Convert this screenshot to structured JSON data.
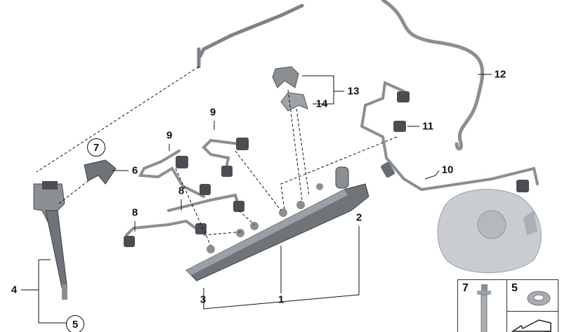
{
  "diagram": {
    "callouts": [
      {
        "id": "12",
        "label": "12"
      },
      {
        "id": "13",
        "label": "13"
      },
      {
        "id": "14",
        "label": "14"
      },
      {
        "id": "11",
        "label": "11"
      },
      {
        "id": "10",
        "label": "10"
      },
      {
        "id": "9a",
        "label": "9"
      },
      {
        "id": "9b",
        "label": "9"
      },
      {
        "id": "7",
        "label": "7"
      },
      {
        "id": "6",
        "label": "6"
      },
      {
        "id": "8a",
        "label": "8"
      },
      {
        "id": "8b",
        "label": "8"
      },
      {
        "id": "2",
        "label": "2"
      },
      {
        "id": "1",
        "label": "1"
      },
      {
        "id": "3",
        "label": "3"
      },
      {
        "id": "4",
        "label": "4"
      },
      {
        "id": "5",
        "label": "5"
      }
    ],
    "detail_box": {
      "bolt_label": "7",
      "washer_label": "5"
    },
    "colors": {
      "part": "#8a8f94",
      "part_light": "#c4c8cc",
      "line": "#111111"
    }
  }
}
